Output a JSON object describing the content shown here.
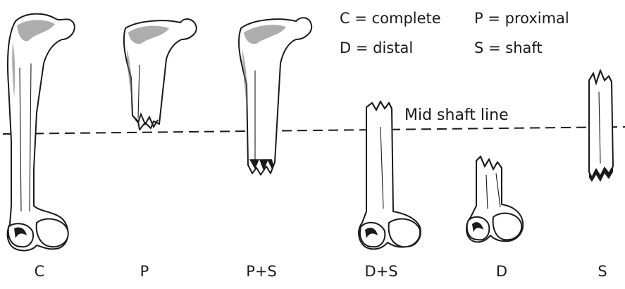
{
  "legend": {
    "complete": "C = complete",
    "proximal": "P = proximal",
    "distal": "D = distal",
    "shaft": "S = shaft"
  },
  "midline": {
    "label": "Mid shaft line"
  },
  "bones": [
    {
      "label": "C"
    },
    {
      "label": "P"
    },
    {
      "label": "P+S"
    },
    {
      "label": "D+S"
    },
    {
      "label": "D"
    },
    {
      "label": "S"
    }
  ]
}
